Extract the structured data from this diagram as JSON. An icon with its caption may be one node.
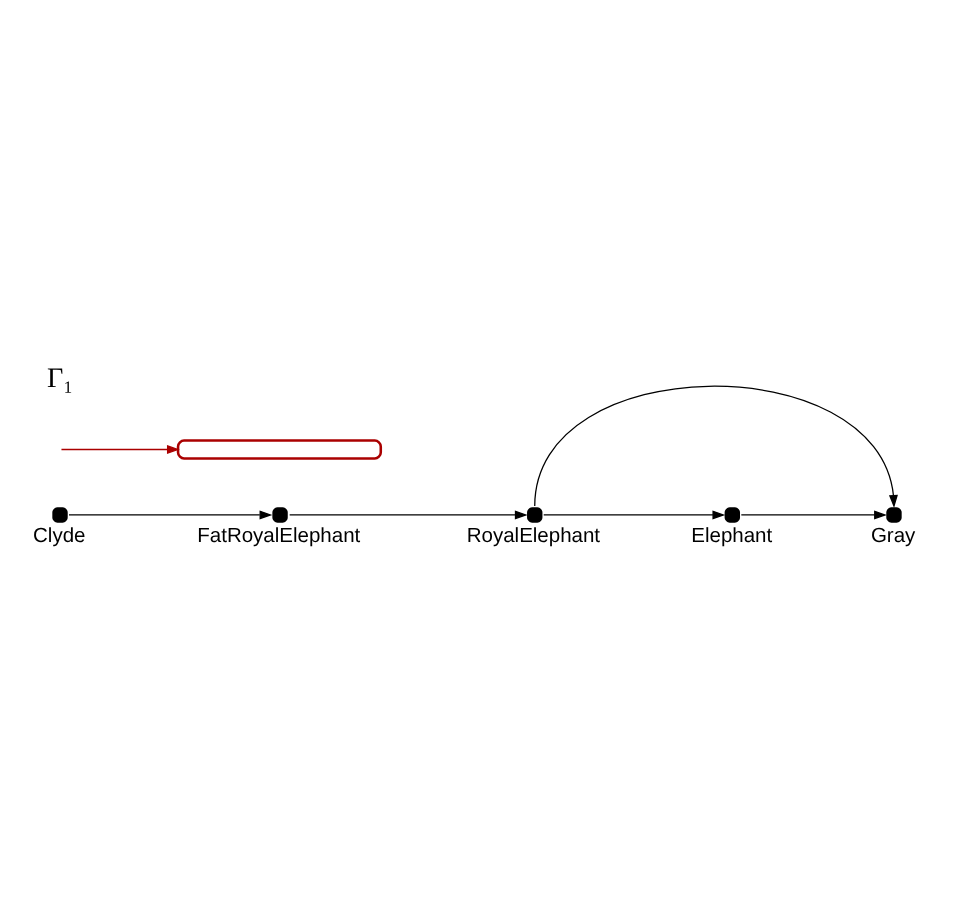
{
  "diagram": {
    "nodes": [
      {
        "text": [],
        "shape": "circle",
        "beside": [
          "Clyde"
        ]
      },
      {
        "text": [],
        "shape": "circle",
        "beside": [
          "FatRoyalElephant"
        ]
      },
      {
        "text": [],
        "shape": "circle",
        "beside": [
          "RoyalElephant"
        ]
      },
      {
        "text": [],
        "shape": "circle",
        "beside": [
          "Elephant"
        ]
      },
      {
        "text": [],
        "shape": "circle",
        "beside": [
          "Gray"
        ]
      },
      {
        "text": [],
        "shape": "brace"
      }
    ],
    "edges": [
      {
        "from": 0,
        "to": 1,
        "arrow": "to"
      },
      {
        "from": 1,
        "to": 2,
        "arrow": "to"
      },
      {
        "from": 2,
        "to": 3,
        "arrow": "to"
      },
      {
        "from": 3,
        "to": 4,
        "arrow": "to"
      },
      {
        "from": 2,
        "to": 4,
        "arrow": "to"
      },
      {
        "from": null,
        "to": 5,
        "arrow": "to",
        "color": "#aa0000"
      }
    ],
    "labels": [
      "Γ₁"
    ]
  }
}
